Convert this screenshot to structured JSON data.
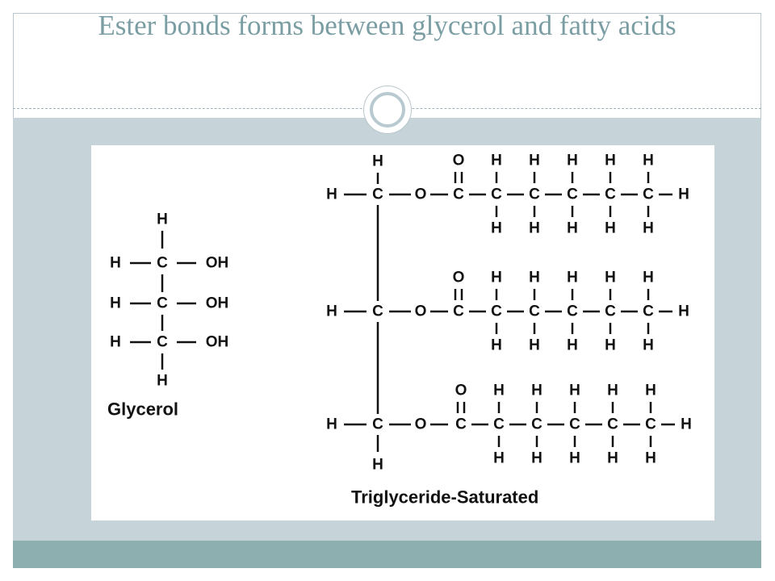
{
  "slide": {
    "title": "Ester bonds forms between glycerol and fatty acids",
    "colors": {
      "title": "#7a9ea3",
      "content_band": "#c6d3d8",
      "footer_band": "#8eafb0",
      "diagram_ink": "#111111"
    }
  },
  "diagram": {
    "glycerol_caption": "Glycerol",
    "triglyceride_caption": "Triglyceride-Saturated",
    "atoms": {
      "carbon": "C",
      "hydrogen": "H",
      "oxygen": "O",
      "hydroxyl": "OH"
    }
  }
}
